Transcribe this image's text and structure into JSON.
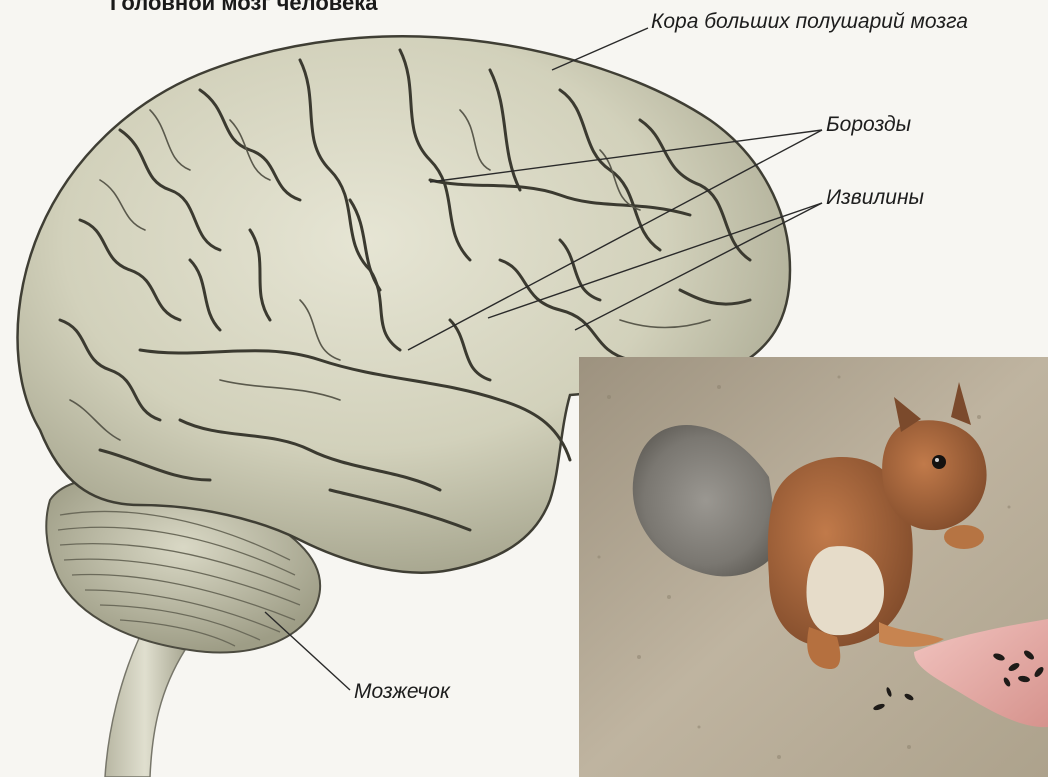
{
  "figure": {
    "title": "Головной мозг человека",
    "labels": {
      "cortex": "Кора больших полушарий мозга",
      "sulci": "Борозды",
      "gyri": "Извилины",
      "cerebellum": "Мозжечок"
    }
  },
  "illustrations": {
    "brain": "brain-drawing",
    "photo": "squirrel-eating-seeds-from-hand"
  },
  "colors": {
    "brain_fill": "#d8d7c2",
    "brain_shade": "#a9a891",
    "sulcus_line": "#3b3a30",
    "ground": "#b7ab95",
    "squirrel_fur": "#a9633a",
    "tail": "#8d8a85"
  }
}
